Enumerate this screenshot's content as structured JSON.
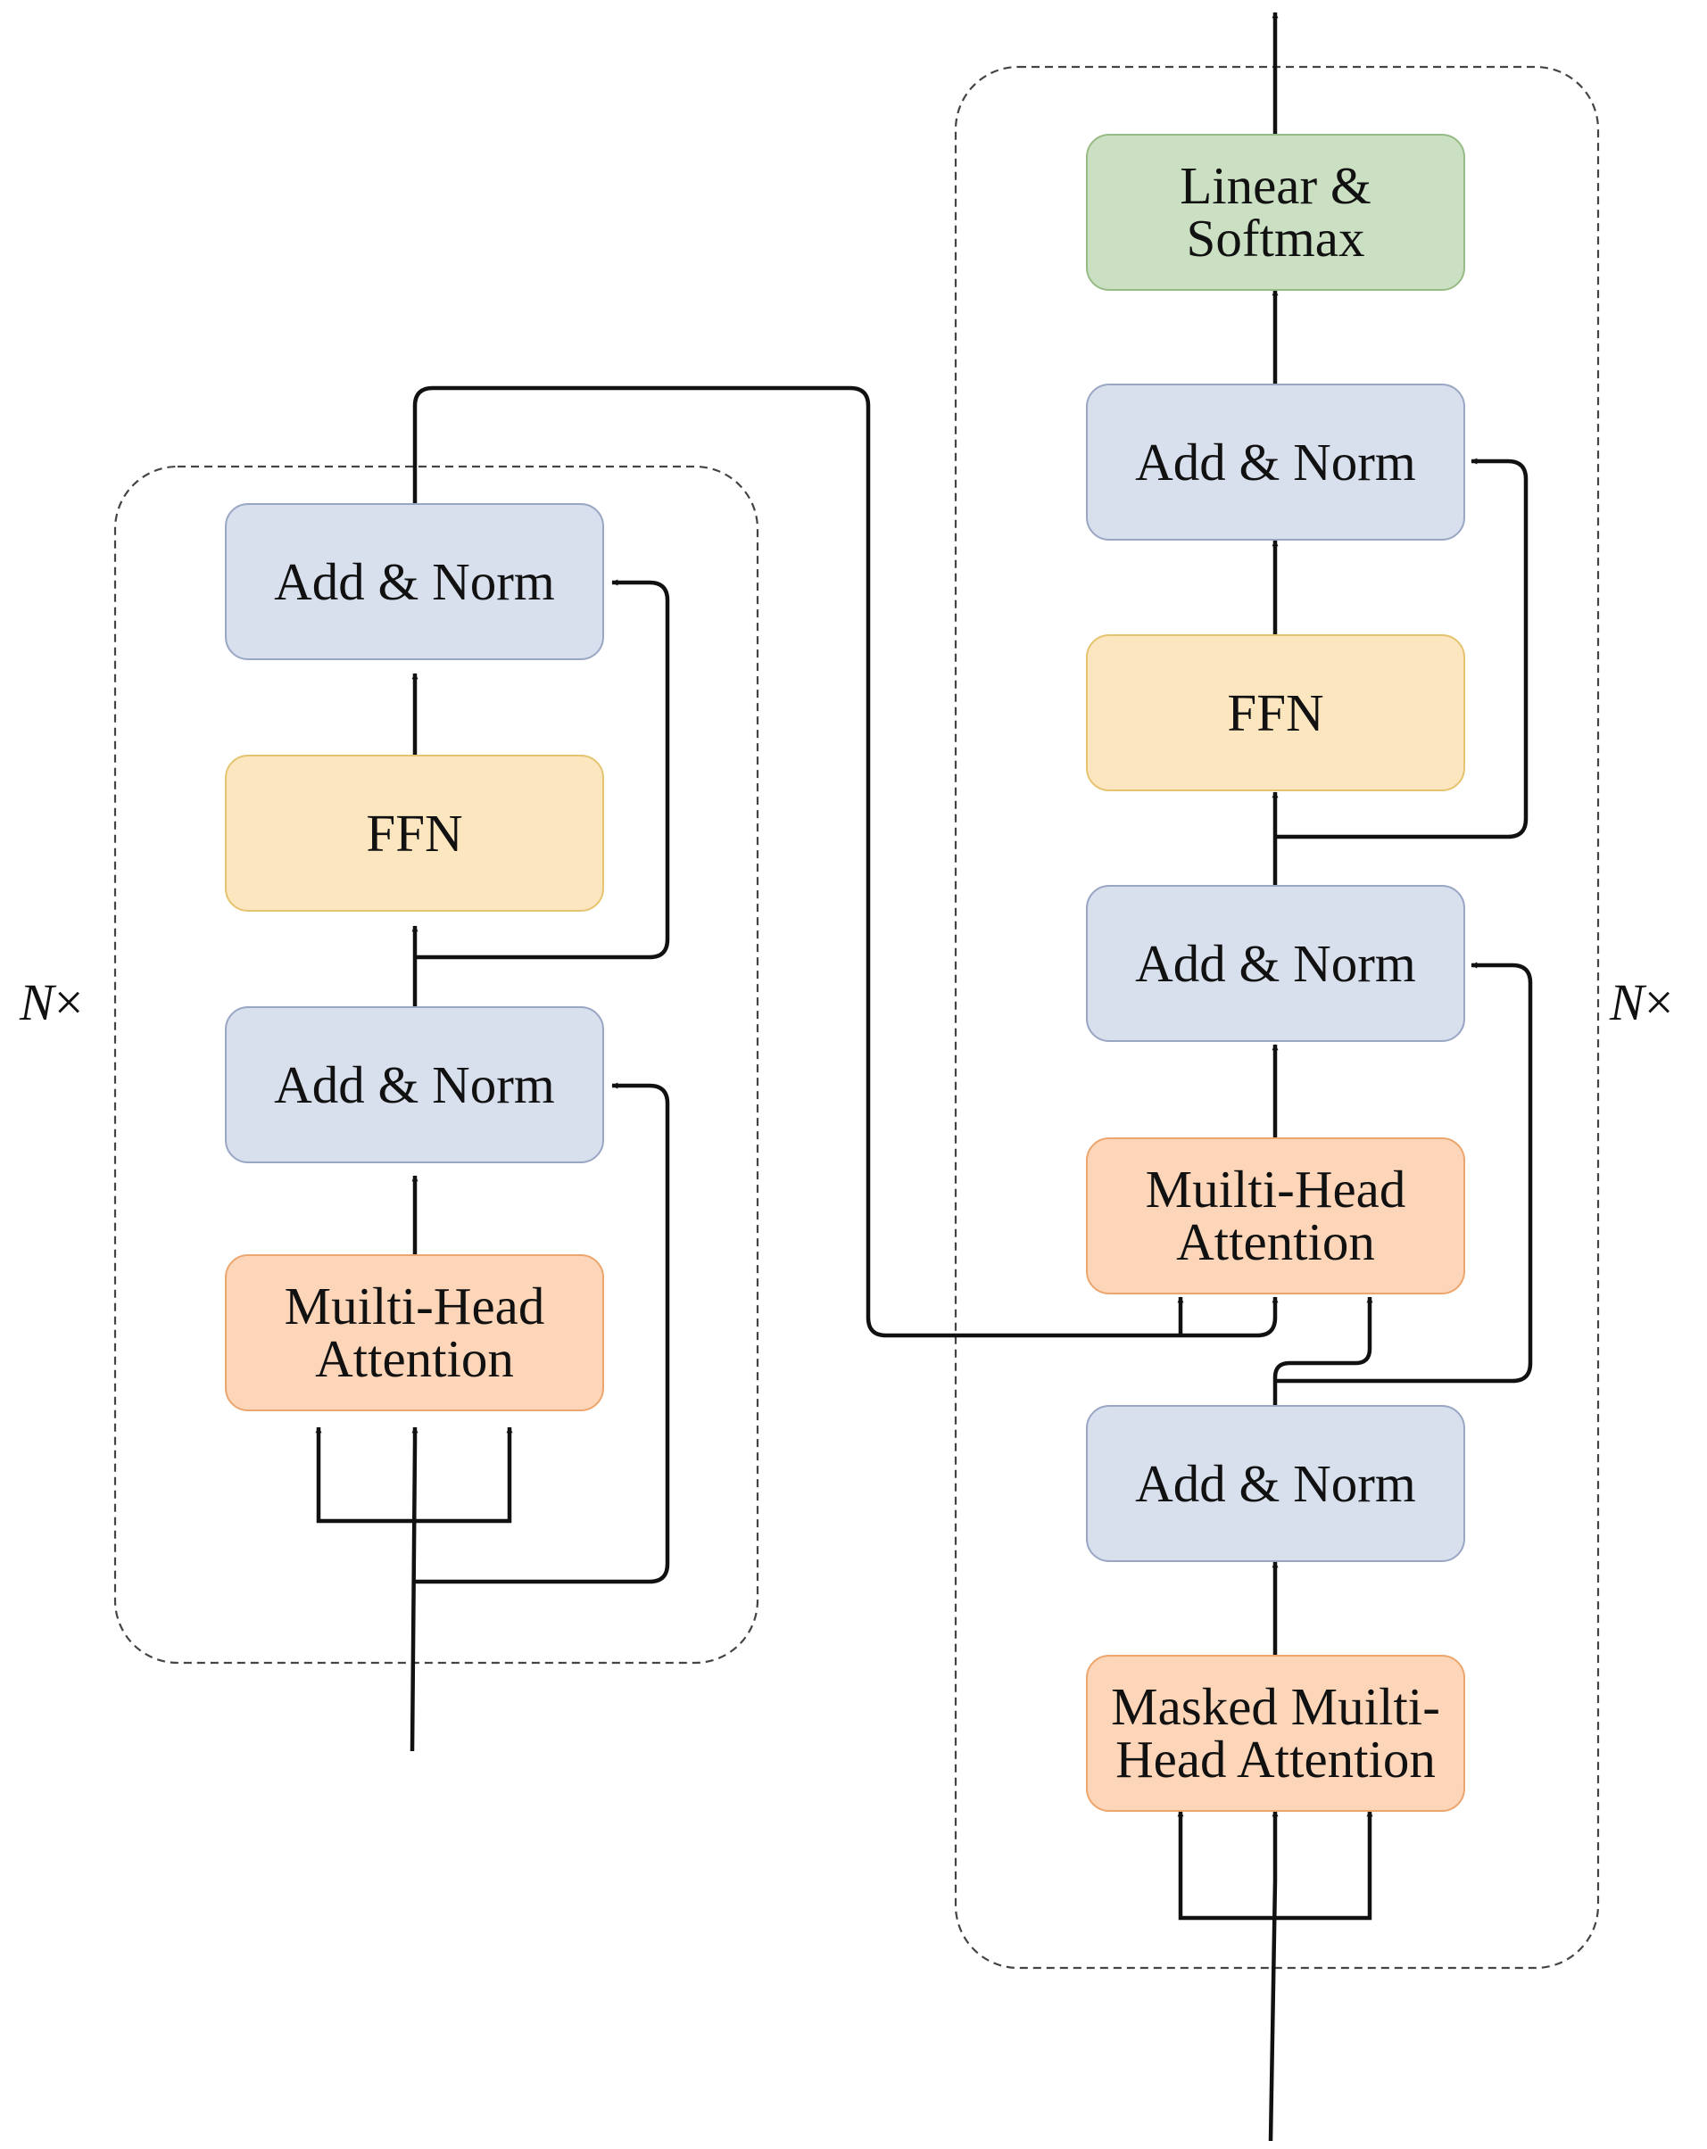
{
  "encoder": {
    "repeat_n": "N",
    "repeat_x": "×",
    "add_norm_top": "Add & Norm",
    "ffn": "FFN",
    "add_norm_bottom": "Add & Norm",
    "attention_line1": "Muilti-Head",
    "attention_line2": "Attention"
  },
  "decoder": {
    "repeat_n": "N",
    "repeat_x": "×",
    "linear_softmax": "Linear & Softmax",
    "add_norm_top": "Add & Norm",
    "ffn": "FFN",
    "add_norm_middle": "Add & Norm",
    "cross_attention_line1": "Muilti-Head",
    "cross_attention_line2": "Attention",
    "add_norm_bottom": "Add & Norm",
    "masked_attention_line1": "Masked Muilti-",
    "masked_attention_line2": "Head Attention"
  },
  "colors": {
    "add_norm_fill": "#d8dfed",
    "ffn_fill": "#fbe6bf",
    "attention_fill": "#fdd6b9",
    "linear_softmax_fill": "#cbdfc3",
    "line": "#111111"
  }
}
